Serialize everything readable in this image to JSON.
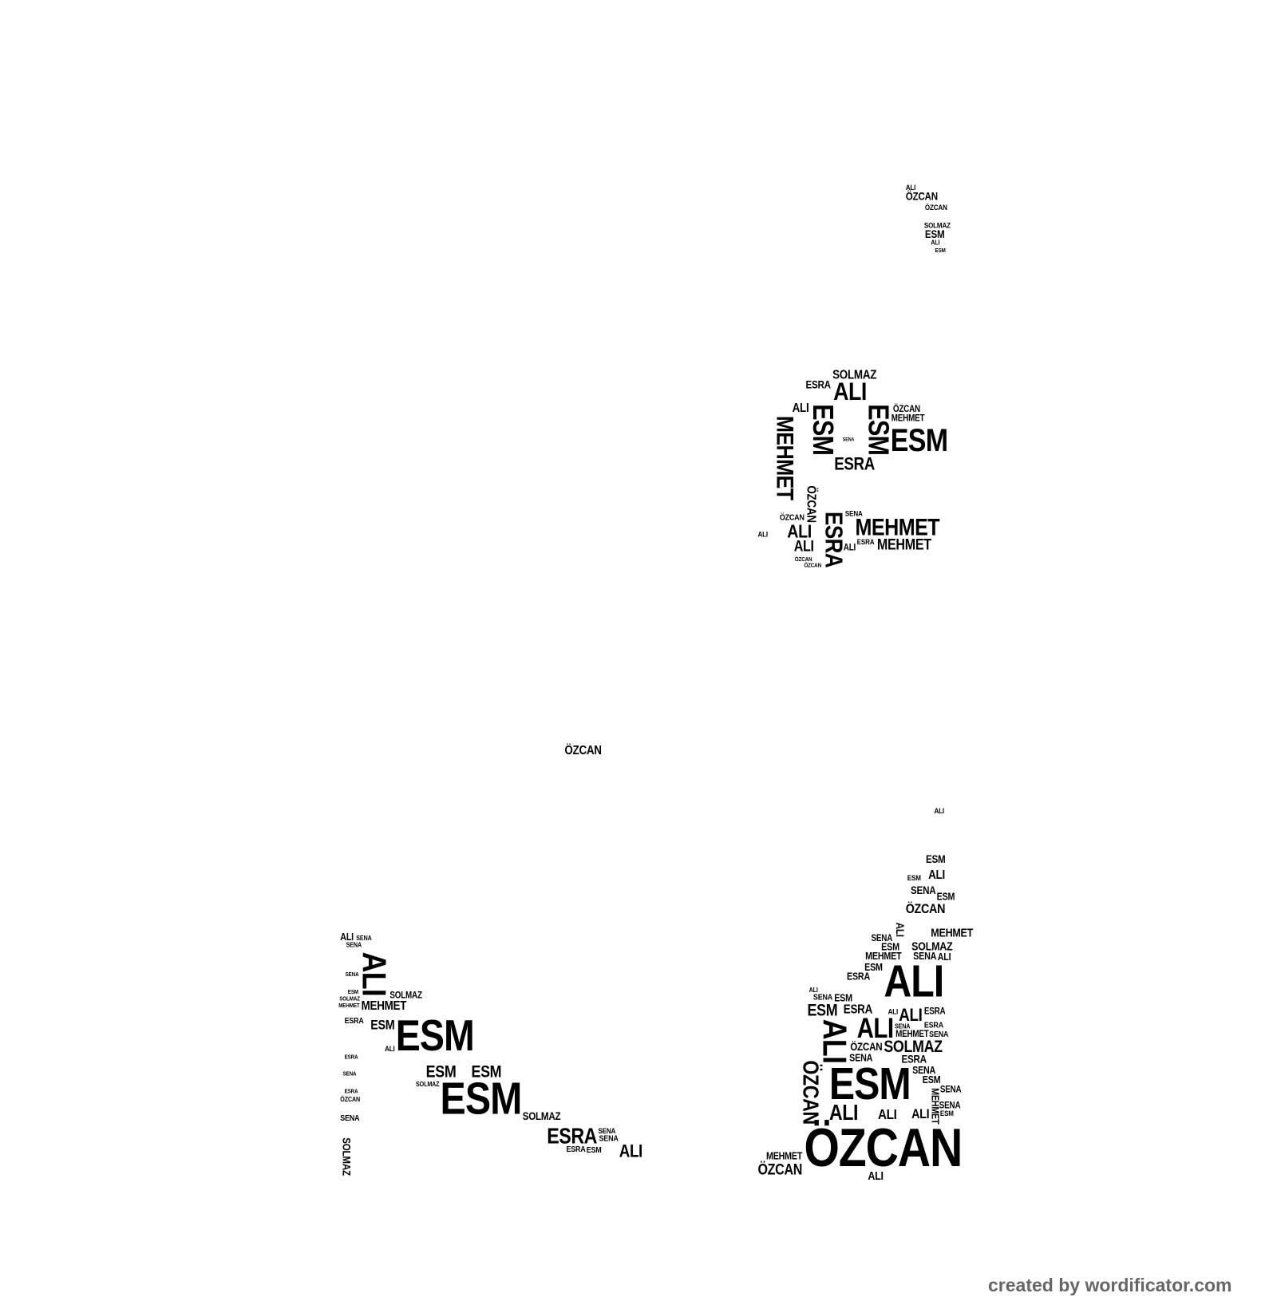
{
  "words": [
    "ALI",
    "ÖZCAN",
    "ÖZCAN",
    "SOLMAZ",
    "ESM",
    "ALI",
    "ESM",
    "ESRA",
    "SOLMAZ",
    "ALI",
    "ALI",
    "ESM",
    "ESM",
    "ESRA",
    "MEHMET",
    "ÖZCAN",
    "ESM",
    "MEHMET",
    "SENA",
    "ALI",
    "ÖZCAN",
    "ALI",
    "ÖZCAN",
    "ESRA",
    "ALI",
    "MEHMET",
    "MEHMET",
    "SENA",
    "ESRA",
    "ALI",
    "ÖZCAN",
    "ÖZCAN",
    "ÖZCAN",
    "ALI",
    "SENA",
    "SENA",
    "ALI",
    "MEHMET",
    "SOLMAZ",
    "ESRA",
    "ESM",
    "ESM",
    "ALI",
    "ESM",
    "ESM",
    "SOLMAZ",
    "ESM",
    "SOLMAZ",
    "ESRA",
    "SENA",
    "ESRA",
    "ESM",
    "SENA",
    "ALI",
    "SENA",
    "SOLMAZ",
    "ÖZCAN",
    "ESRA",
    "SOLMAZ",
    "SENA",
    "ESM",
    "MEHMET",
    "ESRA",
    "SENA",
    "ALI",
    "ÖZCAN",
    "ESM",
    "ALI",
    "ÖZCAN",
    "ALI",
    "SOLMAZ",
    "ALI",
    "ÖZCAN",
    "SOLMAZ",
    "ESM",
    "ESRA",
    "ALI",
    "ÖZCAN",
    "ALI",
    "MEHMET",
    "ALI",
    "SENA",
    "ESM",
    "ESM",
    "MEHMET",
    "ALI",
    "MEHMET",
    "ESM",
    "ESM",
    "SENA",
    "SENA",
    "ESRA",
    "ESM",
    "SENA",
    "ALI",
    "SENA",
    "MEHMET",
    "ESRA",
    "SENA",
    "ESM",
    "SENA",
    "MEHMET",
    "ALI",
    "SENA",
    "ESM",
    "ÖZCAN",
    "ALI",
    "ALI",
    "ESRA",
    "ESRA",
    "ALI",
    "SENA",
    "SENA",
    "ALI",
    "ESM"
  ],
  "credit": "created by wordificator.com"
}
